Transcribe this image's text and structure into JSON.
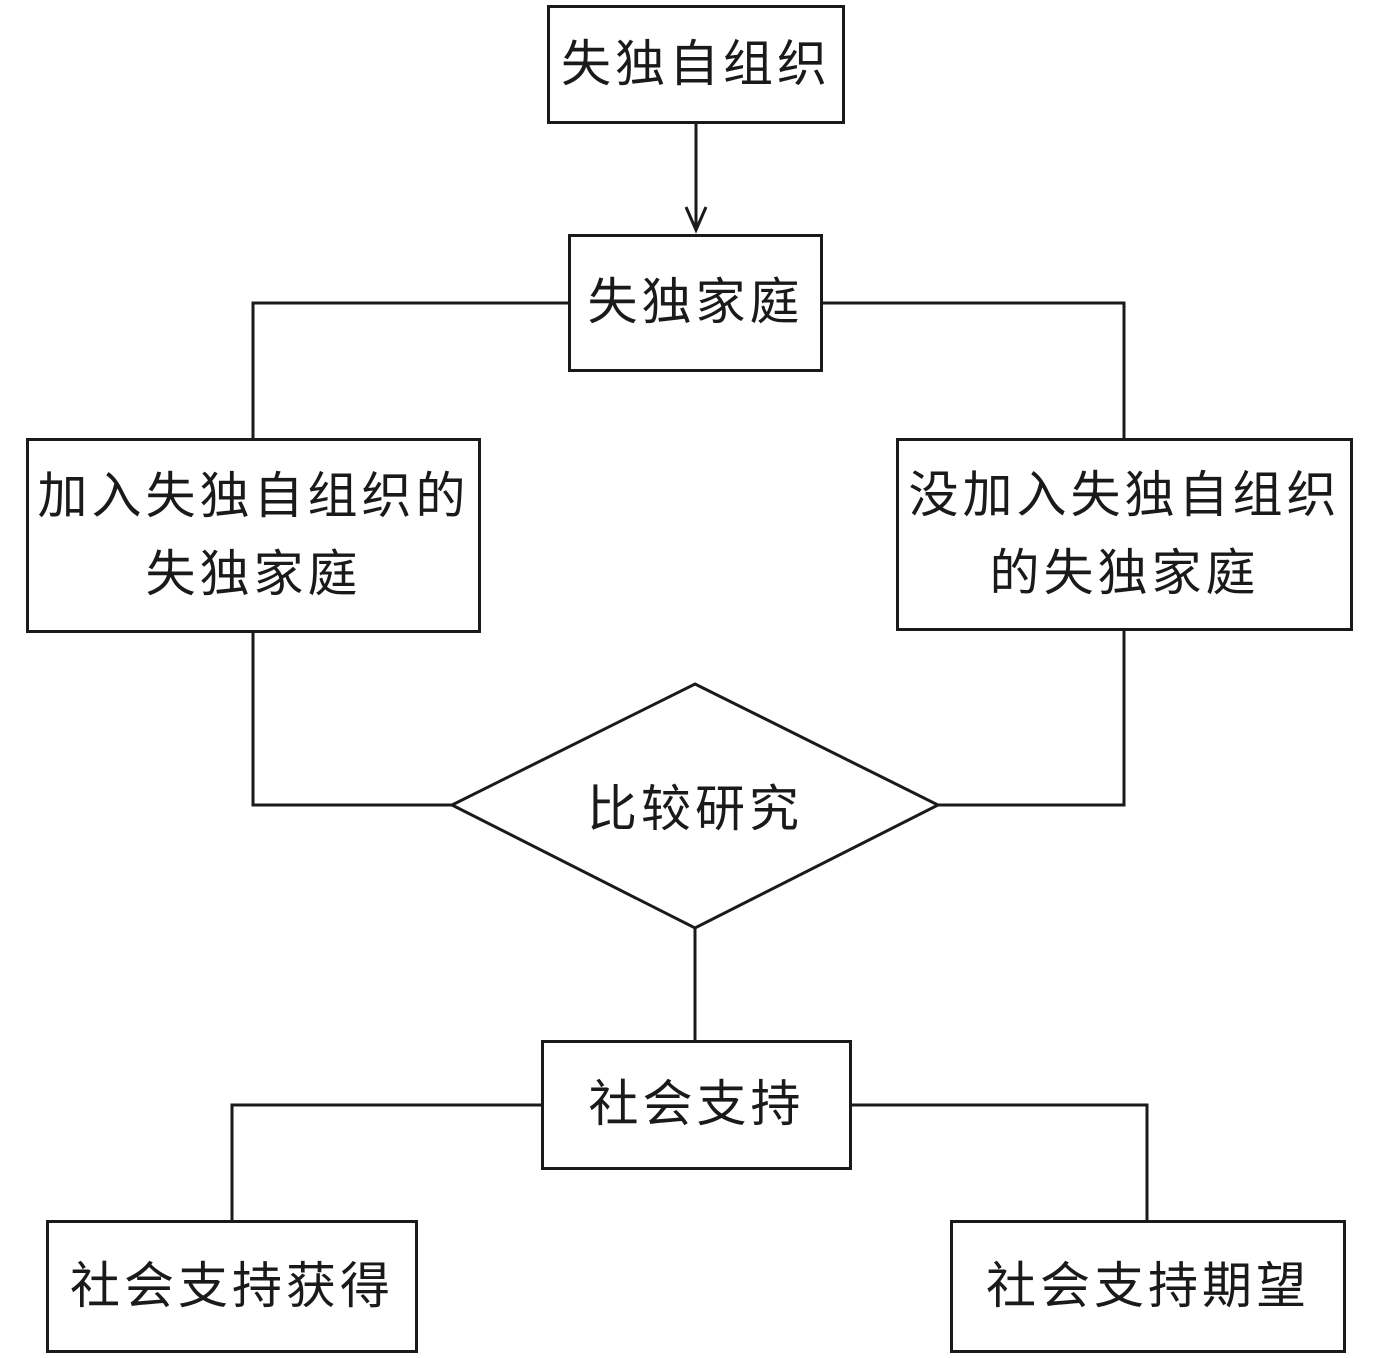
{
  "nodes": {
    "org": "失独自组织",
    "family": "失独家庭",
    "joined_line1": "加入失独自组织的",
    "joined_line2": "失独家庭",
    "notjoined_line1": "没加入失独自组织",
    "notjoined_line2": "的失独家庭",
    "compare": "比较研究",
    "support": "社会支持",
    "support_obtained": "社会支持获得",
    "support_expected": "社会支持期望"
  },
  "colors": {
    "stroke": "#1a1a1a",
    "background": "#ffffff"
  }
}
